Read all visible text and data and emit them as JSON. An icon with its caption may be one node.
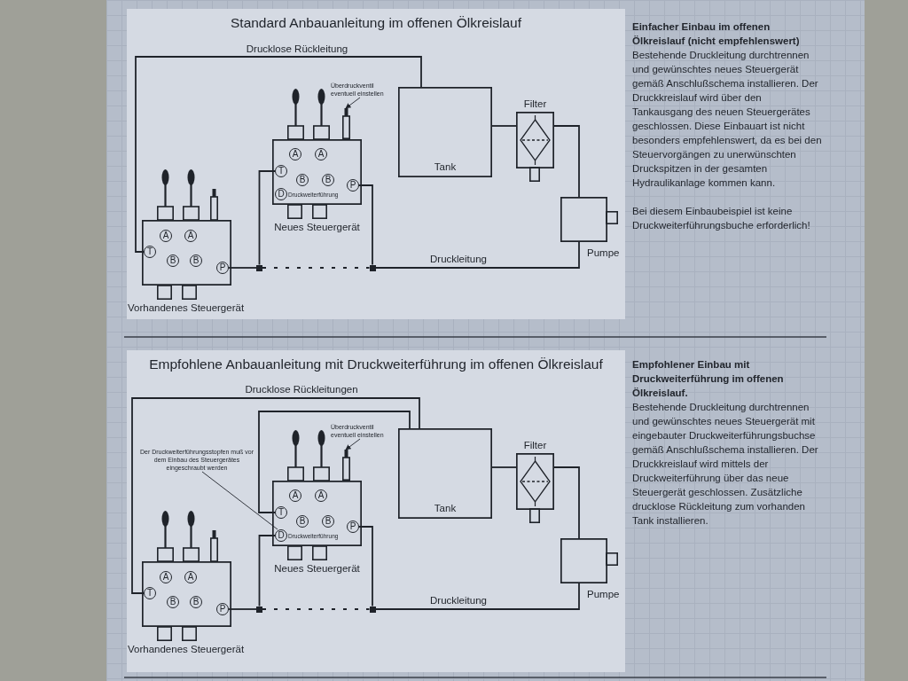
{
  "diagram": {
    "nodes": [
      {
        "text": [
          "Standard Anbauanleitung im offenen Ölkreislauf"
        ]
      },
      {
        "text": [
          "Überdruckventil eventuell einstellen"
        ],
        "in": 0
      },
      {
        "text": [
          "Neues Steuergerät"
        ],
        "in": 0
      },
      {
        "text": [],
        "shape": "box",
        "in": 0
      },
      {
        "text": [
          "A"
        ],
        "in": 2
      },
      {
        "text": [
          "A"
        ],
        "in": 2
      },
      {
        "text": [
          "T"
        ],
        "in": 2
      },
      {
        "text": [
          "B"
        ],
        "in": 2
      },
      {
        "text": [
          "B"
        ],
        "in": 2
      },
      {
        "text": [
          "P"
        ],
        "in": 2
      },
      {
        "text": [
          "D"
        ],
        "in": 2,
        "beside": [
          "Druckweiterführung"
        ]
      },
      {
        "text": [
          "Tank"
        ],
        "in": 0
      },
      {
        "text": [
          "Filter"
        ],
        "in": 0
      },
      {
        "text": [
          "Vorhandenes Steuergerät"
        ],
        "in": 0
      },
      {
        "text": [
          "A"
        ],
        "in": 13
      },
      {
        "text": [
          "A"
        ],
        "in": 13
      },
      {
        "text": [
          "T"
        ],
        "in": 13
      },
      {
        "text": [
          "B"
        ],
        "in": 13
      },
      {
        "text": [
          "B"
        ],
        "in": 13
      },
      {
        "text": [
          "P"
        ],
        "in": 13
      },
      {
        "text": [],
        "shape": "box",
        "in": 0
      },
      {
        "text": [],
        "shape": "box",
        "in": 0
      },
      {
        "text": [
          "Pumpe"
        ],
        "in": 0
      },
      {
        "text": [
          "Empfohlene Anbauanleitung mit Druckweiterführung im offenen Ölkreislauf"
        ]
      },
      {
        "text": [
          "Der Druckweiterführungsstopfen muß vor dem Einbau des Steuergerätes eingeschraubt werden"
        ],
        "in": 23
      },
      {
        "text": [
          "Überdruckventil eventuell einstellen"
        ],
        "in": 23
      },
      {
        "text": [
          "Neues Steuergerät"
        ],
        "in": 23
      },
      {
        "text": [],
        "shape": "box",
        "in": 23
      },
      {
        "text": [
          "A"
        ],
        "in": 26
      },
      {
        "text": [
          "A"
        ],
        "in": 26
      },
      {
        "text": [
          "T"
        ],
        "in": 26
      },
      {
        "text": [
          "B"
        ],
        "in": 26
      },
      {
        "text": [
          "B"
        ],
        "in": 26
      },
      {
        "text": [
          "P"
        ],
        "in": 26
      },
      {
        "text": [
          "D"
        ],
        "in": 26,
        "beside": [
          "Druckweiterführung"
        ]
      },
      {
        "text": [
          "Tank"
        ],
        "in": 23
      },
      {
        "text": [
          "Filter"
        ],
        "in": 23
      },
      {
        "text": [
          "Vorhandenes Steuergerät"
        ],
        "in": 23
      },
      {
        "text": [
          "A"
        ],
        "in": 37
      },
      {
        "text": [
          "A"
        ],
        "in": 37
      },
      {
        "text": [
          "T"
        ],
        "in": 37
      },
      {
        "text": [
          "B"
        ],
        "in": 37
      },
      {
        "text": [
          "B"
        ],
        "in": 37
      },
      {
        "text": [
          "P"
        ],
        "in": 37
      },
      {
        "text": [],
        "shape": "box",
        "in": 23
      },
      {
        "text": [],
        "shape": "box",
        "in": 23
      },
      {
        "text": [
          "Pumpe"
        ],
        "in": 23
      }
    ],
    "edges": [
      {
        "from": 16,
        "to": 11,
        "arrow": "none",
        "label": "Drucklose Rückleitung"
      },
      {
        "from": 1,
        "to": 3,
        "arrow": "to"
      },
      {
        "from": 19,
        "to": 20,
        "arrow": "none"
      },
      {
        "from": 20,
        "to": 6,
        "arrow": "none"
      },
      {
        "from": 20,
        "to": 21,
        "arrow": "none",
        "style": "dashed"
      },
      {
        "from": 9,
        "to": 21,
        "arrow": "none"
      },
      {
        "from": 21,
        "to": 22,
        "arrow": "none",
        "label": "Druckleitung"
      },
      {
        "from": 11,
        "to": 12,
        "arrow": "none"
      },
      {
        "from": 12,
        "to": 22,
        "arrow": "none"
      },
      {
        "from": 40,
        "to": 35,
        "arrow": "none",
        "label": "Drucklose Rückleitungen"
      },
      {
        "from": 30,
        "to": 35,
        "arrow": "none"
      },
      {
        "from": 25,
        "to": 27,
        "arrow": "to"
      },
      {
        "from": 24,
        "to": 34,
        "arrow": "none"
      },
      {
        "from": 43,
        "to": 44,
        "arrow": "none"
      },
      {
        "from": 44,
        "to": 34,
        "arrow": "none"
      },
      {
        "from": 44,
        "to": 45,
        "arrow": "none",
        "style": "dashed"
      },
      {
        "from": 33,
        "to": 45,
        "arrow": "none"
      },
      {
        "from": 45,
        "to": 46,
        "arrow": "none",
        "label": "Druckleitung"
      },
      {
        "from": 35,
        "to": 36,
        "arrow": "none"
      },
      {
        "from": 36,
        "to": 46,
        "arrow": "none"
      }
    ],
    "labels": [
      "Einfacher Einbau im offenen Ölkreislauf (nicht empfehlenswert)",
      "Bestehende Druckleitung durchtrennen und gewünschtes neues Steuergerät gemäß Anschlußschema installieren. Der Druckkreislauf wird über den Tankausgang des neuen Steuergerätes geschlossen. Diese Einbauart ist nicht besonders empfehlenswert, da es bei den Steuervorgängen zu unerwünschten Druckspitzen in der gesamten Hydraulikanlage kommen kann.",
      "Bei diesem Einbaubeispiel ist keine Druckweiterführungsbuche erforderlich!",
      "Empfohlener Einbau mit Druckweiterführung im offenen Ölkreislauf.",
      "Bestehende Druckleitung durchtrennen und gewünschtes neues Steuergerät mit eingebauter Druckweiterführungsbuchse gemäß Anschlußschema installieren. Der Druckkreislauf wird mittels der Druckweiterführung über das neue Steuergerät geschlossen. Zusätzliche drucklose Rückleitung zum vorhanden Tank installieren."
    ]
  }
}
